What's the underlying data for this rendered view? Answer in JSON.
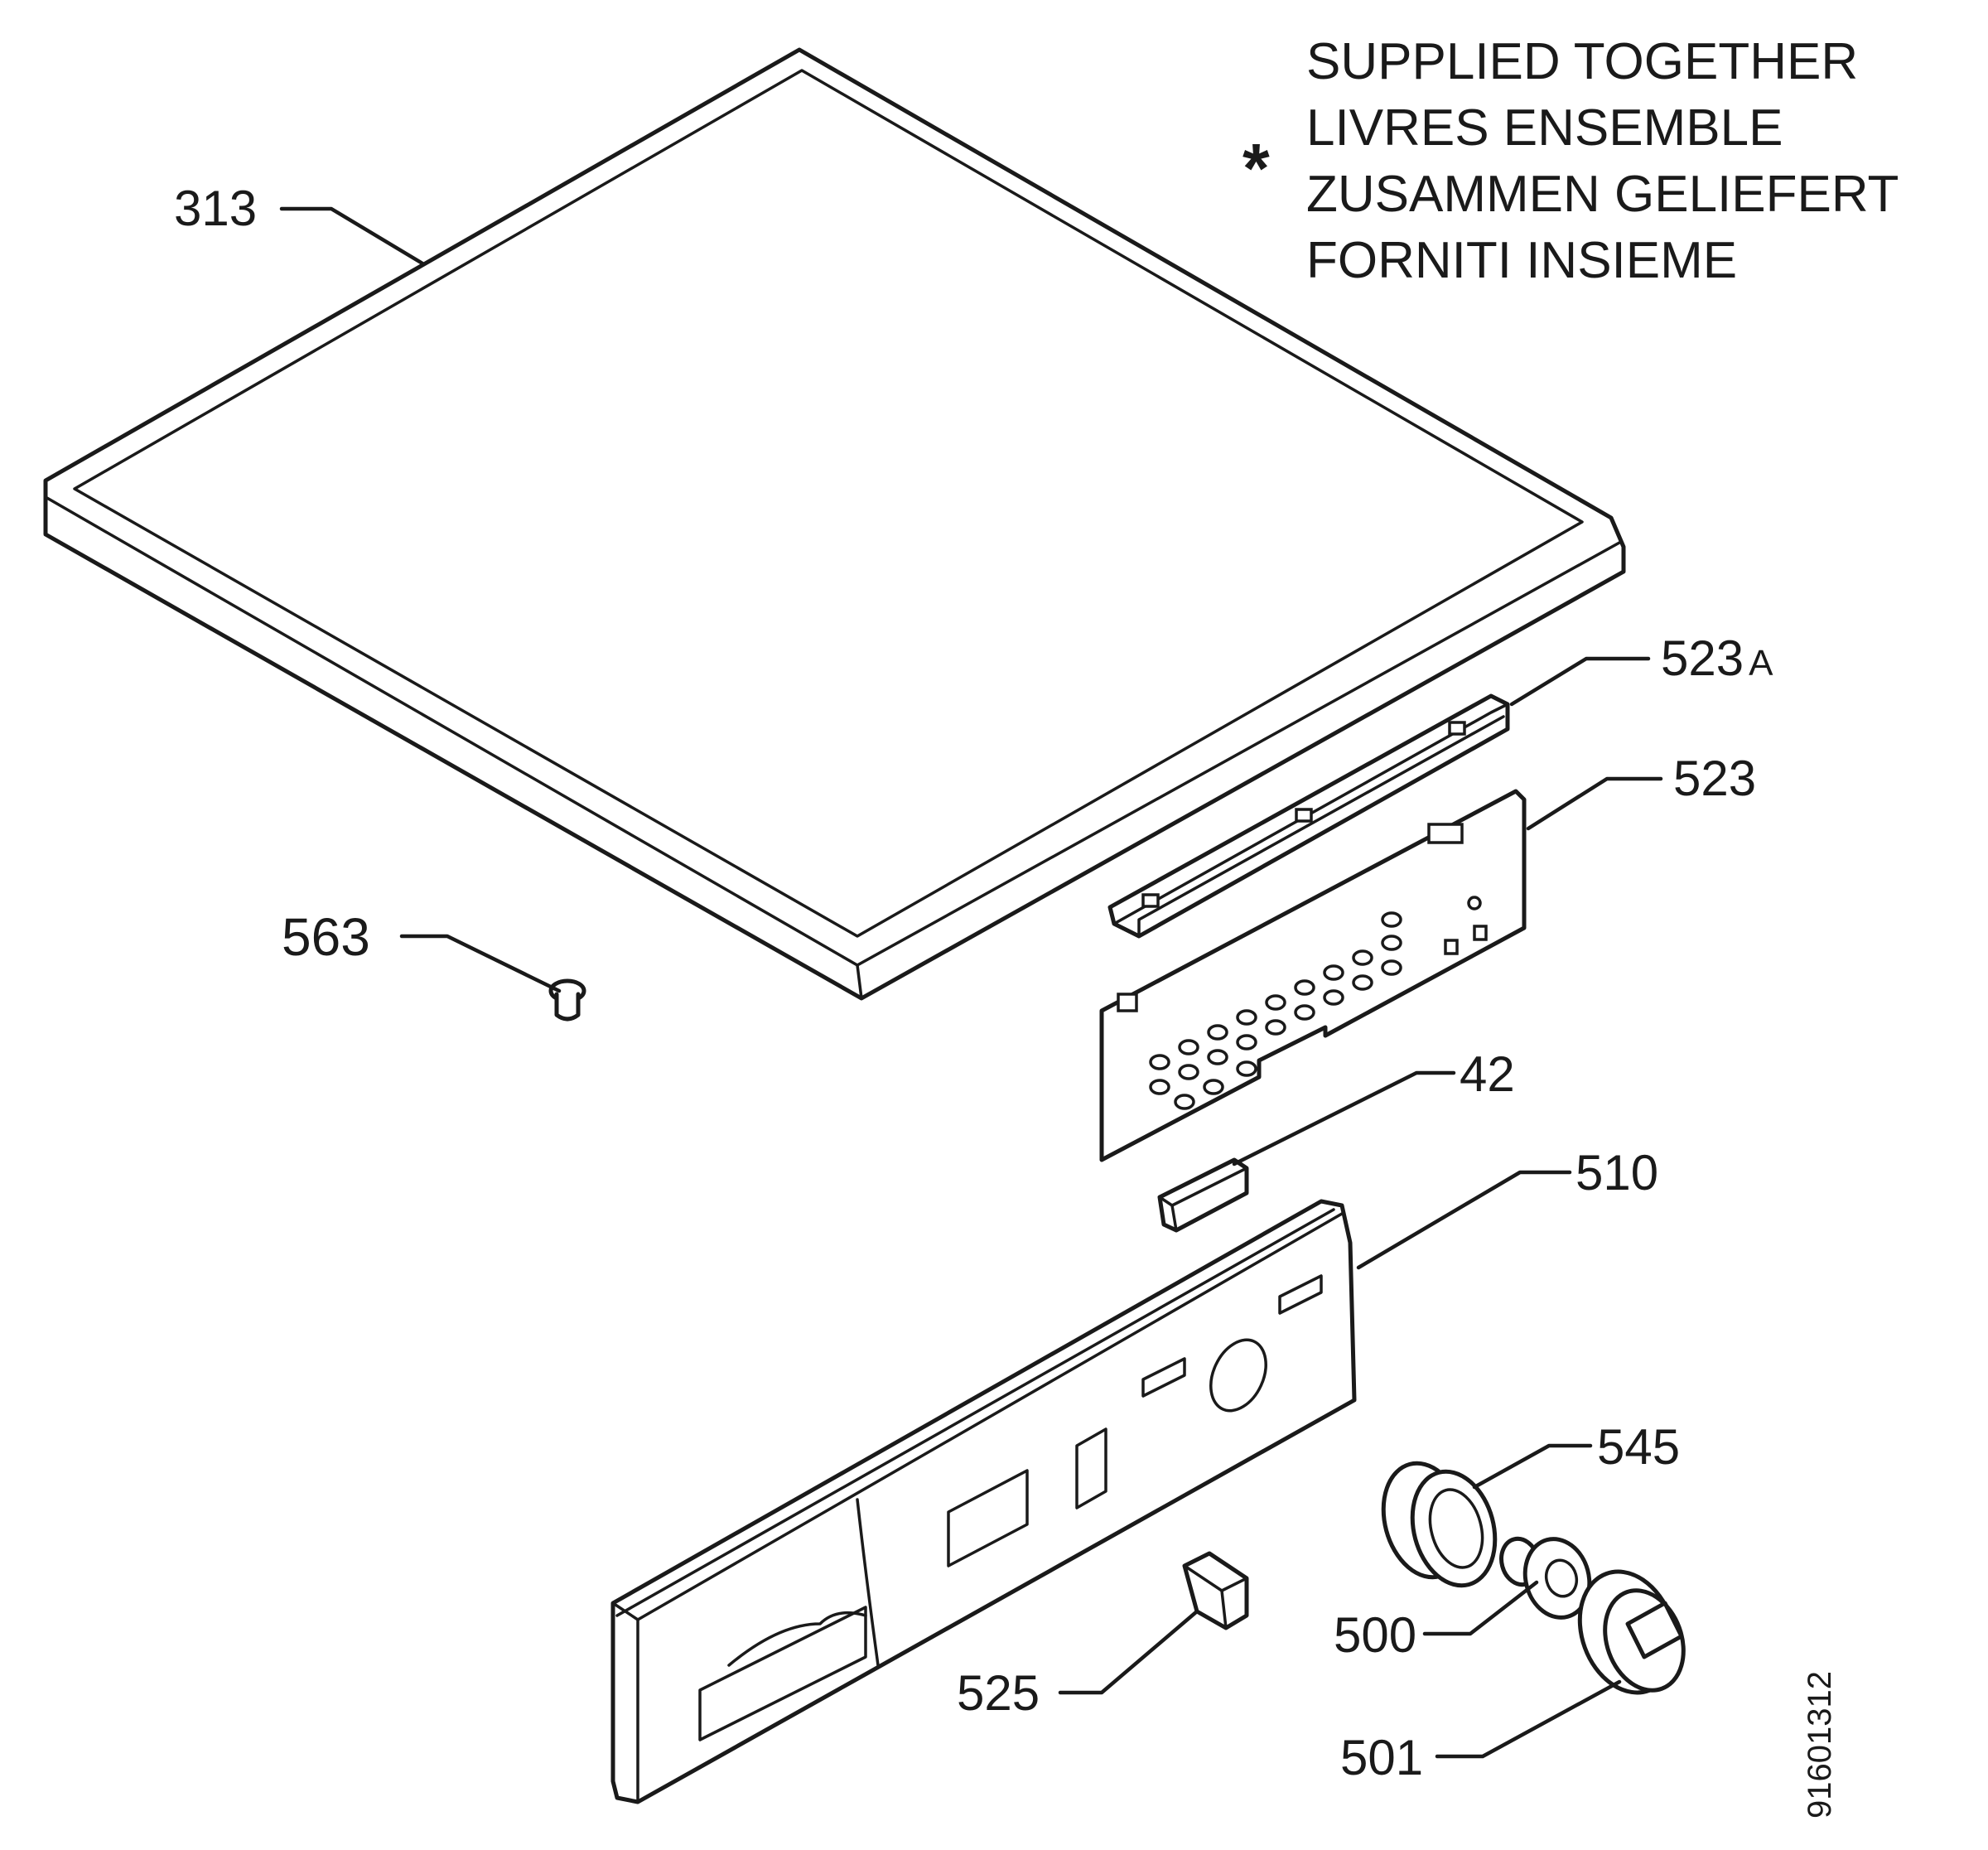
{
  "legend": {
    "marker": "*",
    "lines": [
      "SUPPLIED TOGETHER",
      "LIVRES ENSEMBLE",
      "ZUSAMMEN GELIEFERT",
      "FORNITI INSIEME"
    ]
  },
  "callouts": {
    "c313": "313",
    "c523a_num": "523",
    "c523a_suffix": "A",
    "c523": "523",
    "c563": "563",
    "c42": "42",
    "c510": "510",
    "c545": "545",
    "c500": "500",
    "c525": "525",
    "c501": "501"
  },
  "document_number": "91601312"
}
